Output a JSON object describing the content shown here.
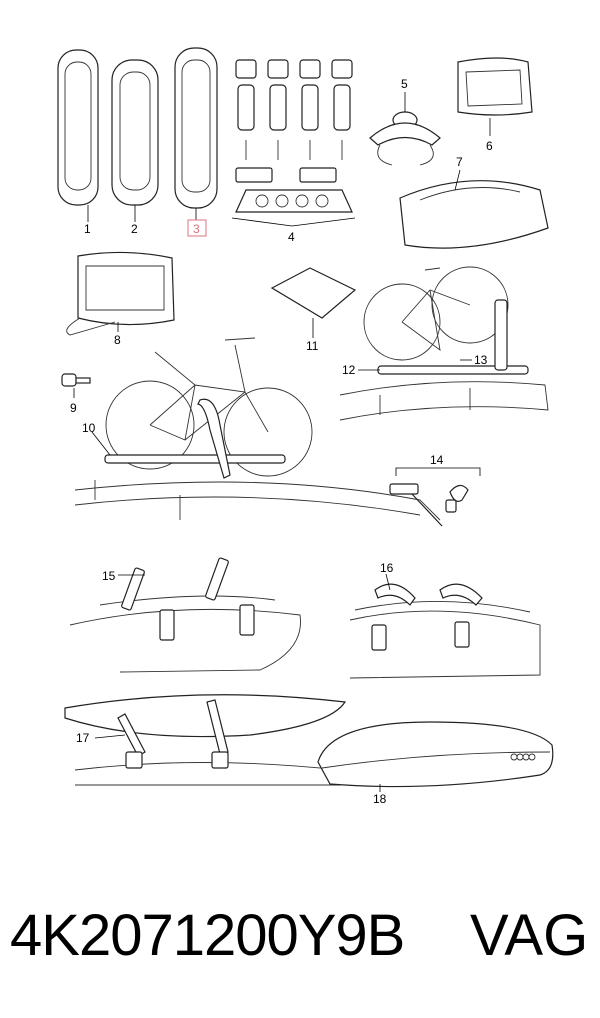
{
  "callouts": {
    "c1": "1",
    "c2": "2",
    "c3": "3",
    "c4": "4",
    "c5": "5",
    "c6": "6",
    "c7": "7",
    "c8": "8",
    "c9": "9",
    "c10": "10",
    "c11": "11",
    "c12": "12",
    "c13": "13",
    "c14": "14",
    "c15": "15",
    "c16": "16",
    "c17": "17",
    "c18": "18"
  },
  "highlight_color": "#e07080",
  "footer": {
    "part_number": "4K2071200Y9B",
    "brand": "VAG"
  }
}
